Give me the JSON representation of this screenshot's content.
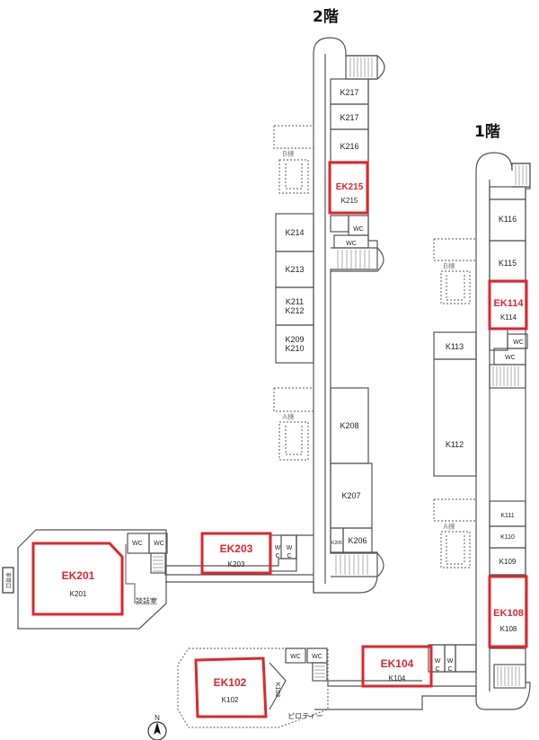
{
  "floors": {
    "second": {
      "title": "2階"
    },
    "first": {
      "title": "1階"
    }
  },
  "rooms": {
    "k217a": "K217",
    "k217b": "K217",
    "k216": "K216",
    "k214": "K214",
    "k213": "K213",
    "k211": "K211",
    "k212": "K212",
    "k209": "K209",
    "k210": "K210",
    "k208": "K208",
    "k207": "K207",
    "k206": "K206",
    "k205": "K205",
    "k116": "K116",
    "k115": "K115",
    "k113": "K113",
    "k112": "K112",
    "k111": "K111",
    "k110": "K110",
    "k109": "K109",
    "k103": "K103"
  },
  "highlighted": [
    {
      "code": "EK215",
      "room": "K215"
    },
    {
      "code": "EK203",
      "room": "K203"
    },
    {
      "code": "EK201",
      "room": "K201"
    },
    {
      "code": "EK114",
      "room": "K114"
    },
    {
      "code": "EK108",
      "room": "K108"
    },
    {
      "code": "EK104",
      "room": "K104"
    },
    {
      "code": "EK102",
      "room": "K102"
    }
  ],
  "labels": {
    "wc": "WC",
    "w": "W",
    "c": "C",
    "b_wing": "B棟",
    "a_wing": "A棟",
    "talk_room": "談話室",
    "pilotis": "ピロティー",
    "north": "N",
    "side_tag": "非常口"
  },
  "colors": {
    "highlight": "#e0262e",
    "wall": "#555555",
    "dash": "#777777"
  }
}
